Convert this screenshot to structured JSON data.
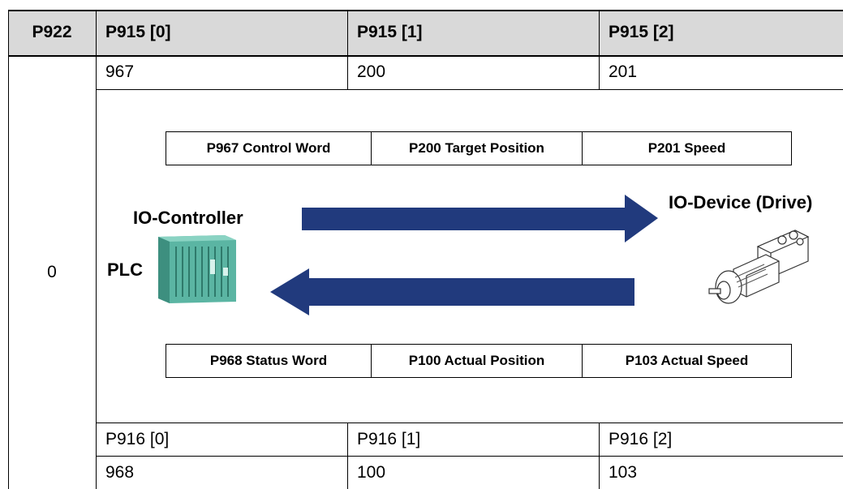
{
  "header": {
    "col0": "P922",
    "col1": "P915 [0]",
    "col2": "P915 [1]",
    "col3": "P915 [2]"
  },
  "p915_values": [
    "967",
    "200",
    "201"
  ],
  "p922_value": "0",
  "diagram": {
    "output_words": [
      "P967 Control Word",
      "P200 Target Position",
      "P201 Speed"
    ],
    "input_words": [
      "P968 Status Word",
      "P100 Actual Position",
      "P103 Actual Speed"
    ],
    "controller_label": "IO-Controller",
    "plc_label": "PLC",
    "device_label": "IO-Device (Drive)",
    "arrow_color": "#213a7d",
    "plc_color": "#5bb5a3"
  },
  "p916_labels": [
    "P916 [0]",
    "P916 [1]",
    "P916 [2]"
  ],
  "p916_values": [
    "968",
    "100",
    "103"
  ]
}
